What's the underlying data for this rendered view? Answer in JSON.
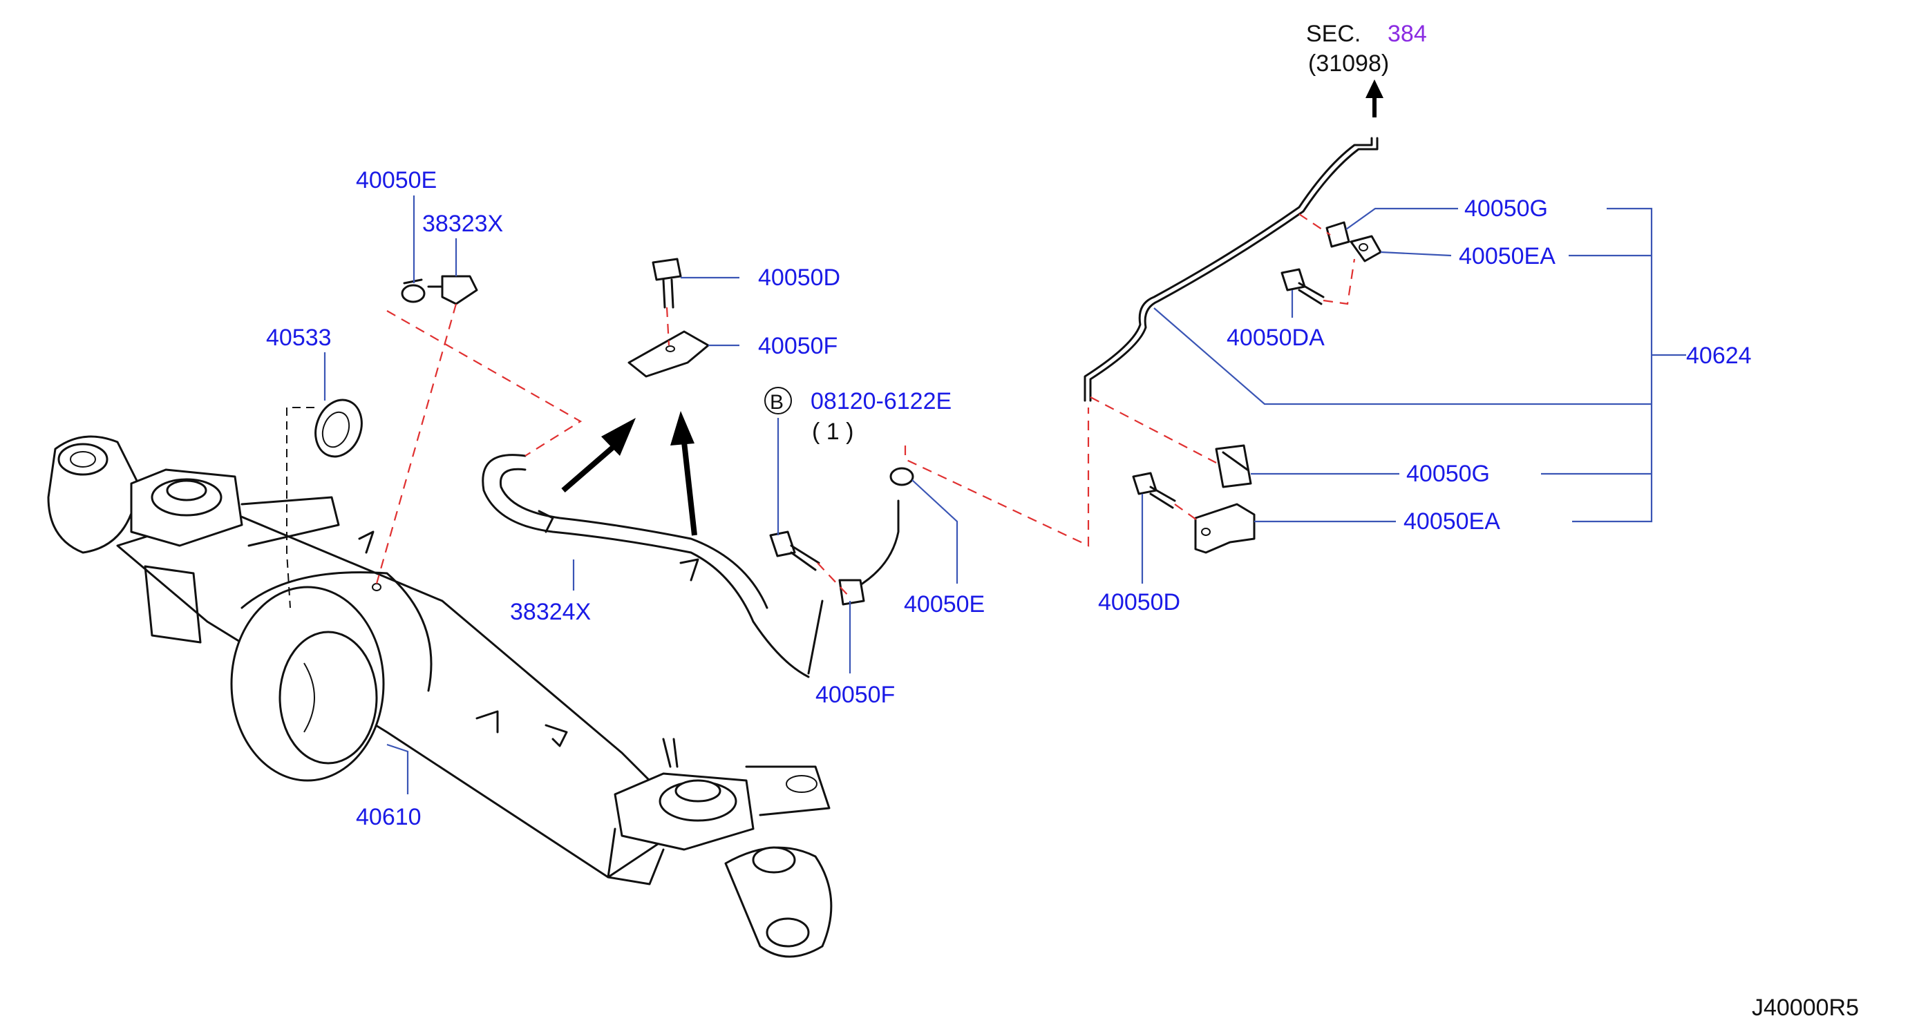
{
  "labels": {
    "sec": "SEC.",
    "sec_num": "384",
    "sec_sub": "(31098)",
    "p40050E_top": "40050E",
    "p38323X": "38323X",
    "p40533": "40533",
    "p40050D_top": "40050D",
    "p40050F_top": "40050F",
    "bolt_circle": "B",
    "bolt_part": "08120-6122E",
    "bolt_qty": "( 1 )",
    "p40050G_top": "40050G",
    "p40050EA_top": "40050EA",
    "p40050DA": "40050DA",
    "p40624": "40624",
    "p40050G_mid": "40050G",
    "p40050EA_mid": "40050EA",
    "p40050D_right": "40050D",
    "p38324X": "38324X",
    "p40050E_mid": "40050E",
    "p40050F_bottom": "40050F",
    "p40610": "40610",
    "diagram_code": "J40000R5"
  },
  "colors": {
    "label": "#1a1ae6",
    "sec_number": "#8a2be2",
    "leader": "#3a55b5",
    "dashed_guide": "#e03030",
    "outline": "#111111"
  }
}
